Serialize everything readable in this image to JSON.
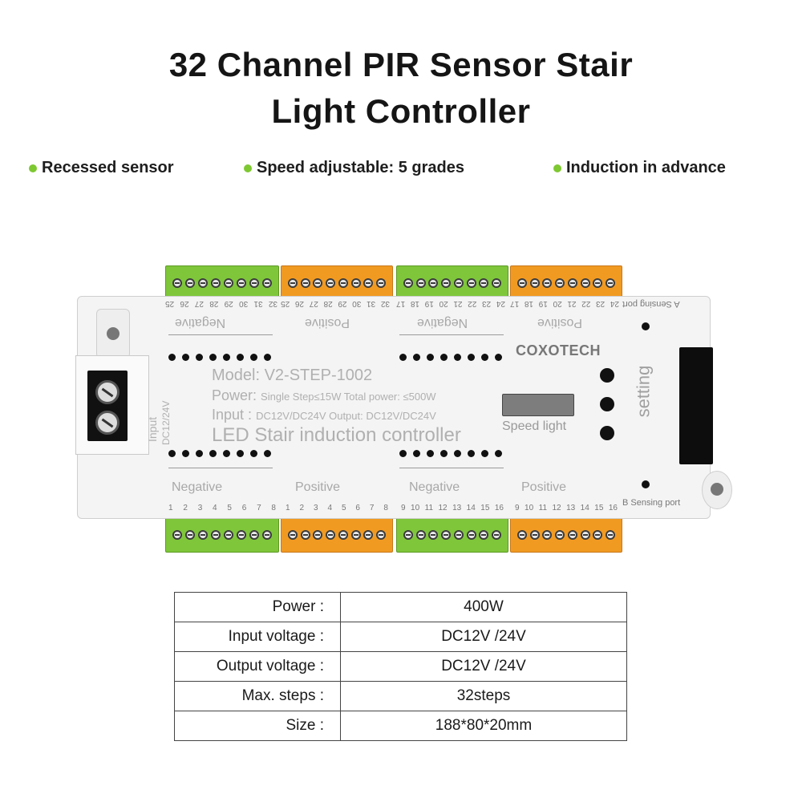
{
  "title": {
    "line1": "32 Channel PIR Sensor Stair",
    "line2": "Light Controller"
  },
  "features": [
    {
      "label": "Recessed sensor"
    },
    {
      "label": "Speed adjustable: 5 grades"
    },
    {
      "label": "Induction in advance"
    }
  ],
  "device": {
    "brand": "COXOTECH",
    "model": "Model: V2-STEP-1002",
    "power_prefix": "Power:",
    "power_detail": "Single Step≤15W Total power: ≤500W",
    "input_prefix": "Input :",
    "input_detail": "DC12V/DC24V Output: DC12V/DC24V",
    "name": "LED Stair induction controller",
    "speed_light": "Speed light",
    "setting": "setting",
    "a_port": "A Sensing port",
    "b_port": "B Sensing port",
    "input_label": "Input",
    "input_voltage": "DC12/24V",
    "negative": "Negative",
    "positive": "Positive",
    "bottom_numbers_a": [
      "1",
      "2",
      "3",
      "4",
      "5",
      "6",
      "7",
      "8"
    ],
    "bottom_numbers_b": [
      "9",
      "10",
      "11",
      "12",
      "13",
      "14",
      "15",
      "16"
    ],
    "top_numbers_a": [
      "32",
      "31",
      "30",
      "29",
      "28",
      "27",
      "26",
      "25"
    ],
    "top_numbers_b": [
      "24",
      "23",
      "22",
      "21",
      "20",
      "19",
      "18",
      "17"
    ],
    "colors": {
      "green": "#7fc63b",
      "orange": "#f19a22"
    }
  },
  "spec_table": [
    {
      "key": "Power :",
      "value": "400W"
    },
    {
      "key": "Input voltage :",
      "value": "DC12V /24V"
    },
    {
      "key": "Output voltage :",
      "value": "DC12V /24V"
    },
    {
      "key": "Max. steps :",
      "value": "32steps"
    },
    {
      "key": "Size :",
      "value": "188*80*20mm"
    }
  ]
}
